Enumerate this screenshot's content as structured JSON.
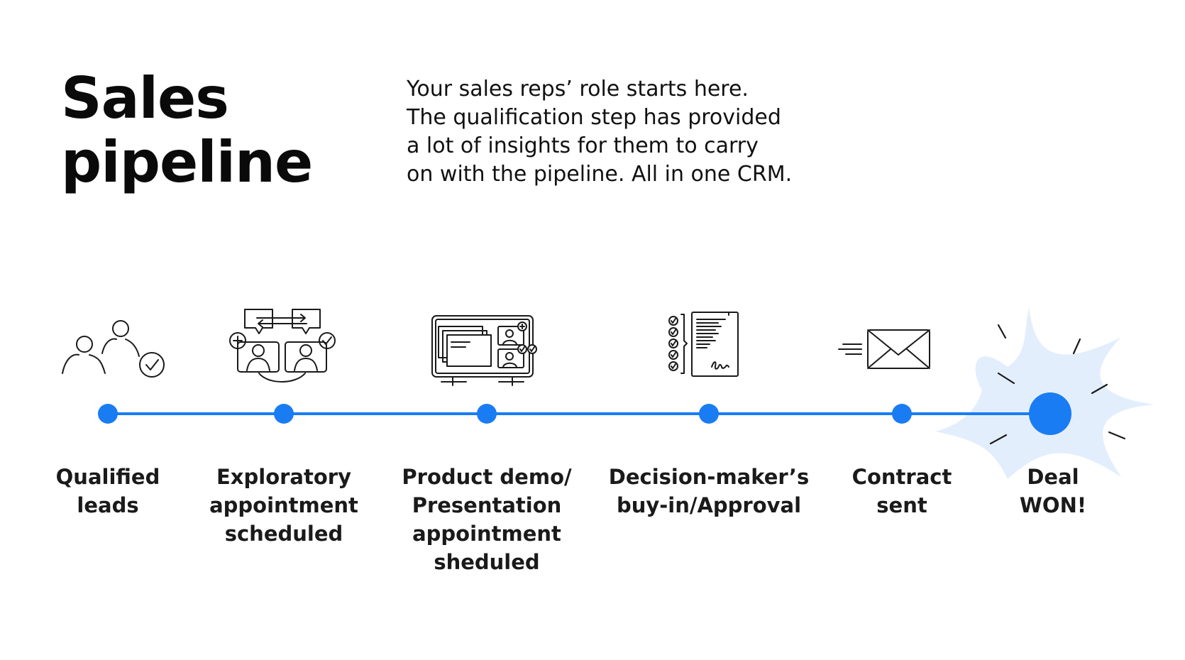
{
  "title": {
    "line1": "Sales",
    "line2": "pipeline"
  },
  "intro": {
    "lines": [
      "Your sales reps’ role starts here.",
      "The qualification step has provided",
      "a lot of insights for them to carry",
      "on with the pipeline. All in one CRM."
    ]
  },
  "colors": {
    "accent": "#1a7cf2",
    "burst": "#e3eefd",
    "ink": "#1a1a1a"
  },
  "stages": [
    {
      "icon": "people-check-icon",
      "lines": [
        "Qualified",
        "leads"
      ]
    },
    {
      "icon": "video-call-icon",
      "lines": [
        "Exploratory",
        "appointment",
        "scheduled"
      ]
    },
    {
      "icon": "presentation-screen-icon",
      "lines": [
        "Product demo/",
        "Presentation",
        "appointment",
        "sheduled"
      ]
    },
    {
      "icon": "signed-document-icon",
      "lines": [
        "Decision-maker’s",
        "buy-in/Approval"
      ]
    },
    {
      "icon": "envelope-icon",
      "lines": [
        "Contract",
        "sent"
      ]
    },
    {
      "icon": "starburst-icon",
      "lines": [
        "Deal",
        "WON!"
      ]
    }
  ]
}
